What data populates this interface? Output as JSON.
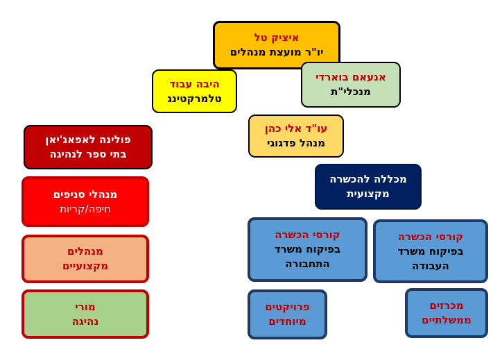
{
  "chart": {
    "chairman": {
      "name": "איציק טל",
      "role": "יו\"ר מועצת מנהלים"
    },
    "ceo": {
      "name": "אנעאם בוארדי",
      "role": "מנכלי\"ת"
    },
    "telemarketing": {
      "name": "היבה עבוד",
      "role": "טלמרקטינג"
    },
    "pedagogic": {
      "name": "עו\"ד אלי כהן",
      "role": "מנהל פדגוגי"
    },
    "schools": {
      "line1": "פולינה לאפאג'יאן",
      "line2": "בתי ספר לנהיגה"
    },
    "college": {
      "line1": "מכללה להכשרה",
      "line2": "מקצועית"
    },
    "branches": {
      "line1": "מנהלי סניפים",
      "line2": "חיפה/קריות"
    },
    "professional": {
      "line1": "מנהלים",
      "line2": "מקצועיים"
    },
    "instructors": {
      "line1": "מורי",
      "line2": "נהיגה"
    },
    "courses_transport": {
      "line1": "קורסי הכשרה",
      "line2": "בפיקוח משרד",
      "line3": "התחבורה"
    },
    "courses_labor": {
      "line1": "קורסי הכשרה",
      "line2": "בפיקוח משרד",
      "line3": "העבודה"
    },
    "projects": {
      "line1": "פרויקטים",
      "line2": "מיוחדים"
    },
    "tenders": {
      "line1": "מכרזים",
      "line2": "ממשלתיים"
    }
  },
  "colors": {
    "name_red": "#c00000",
    "chairman_fill": "#ffc000",
    "ceo_fill": "#c5e0b4",
    "telemarketing_fill": "#ffff00",
    "pedagogic_fill": "#ffd966",
    "schools_fill": "#c00000",
    "college_fill": "#002060",
    "branches_fill": "#ff0000",
    "professional_fill": "#f4b183",
    "instructors_fill": "#a9d18e",
    "courses_fill": "#5b9bd5"
  }
}
